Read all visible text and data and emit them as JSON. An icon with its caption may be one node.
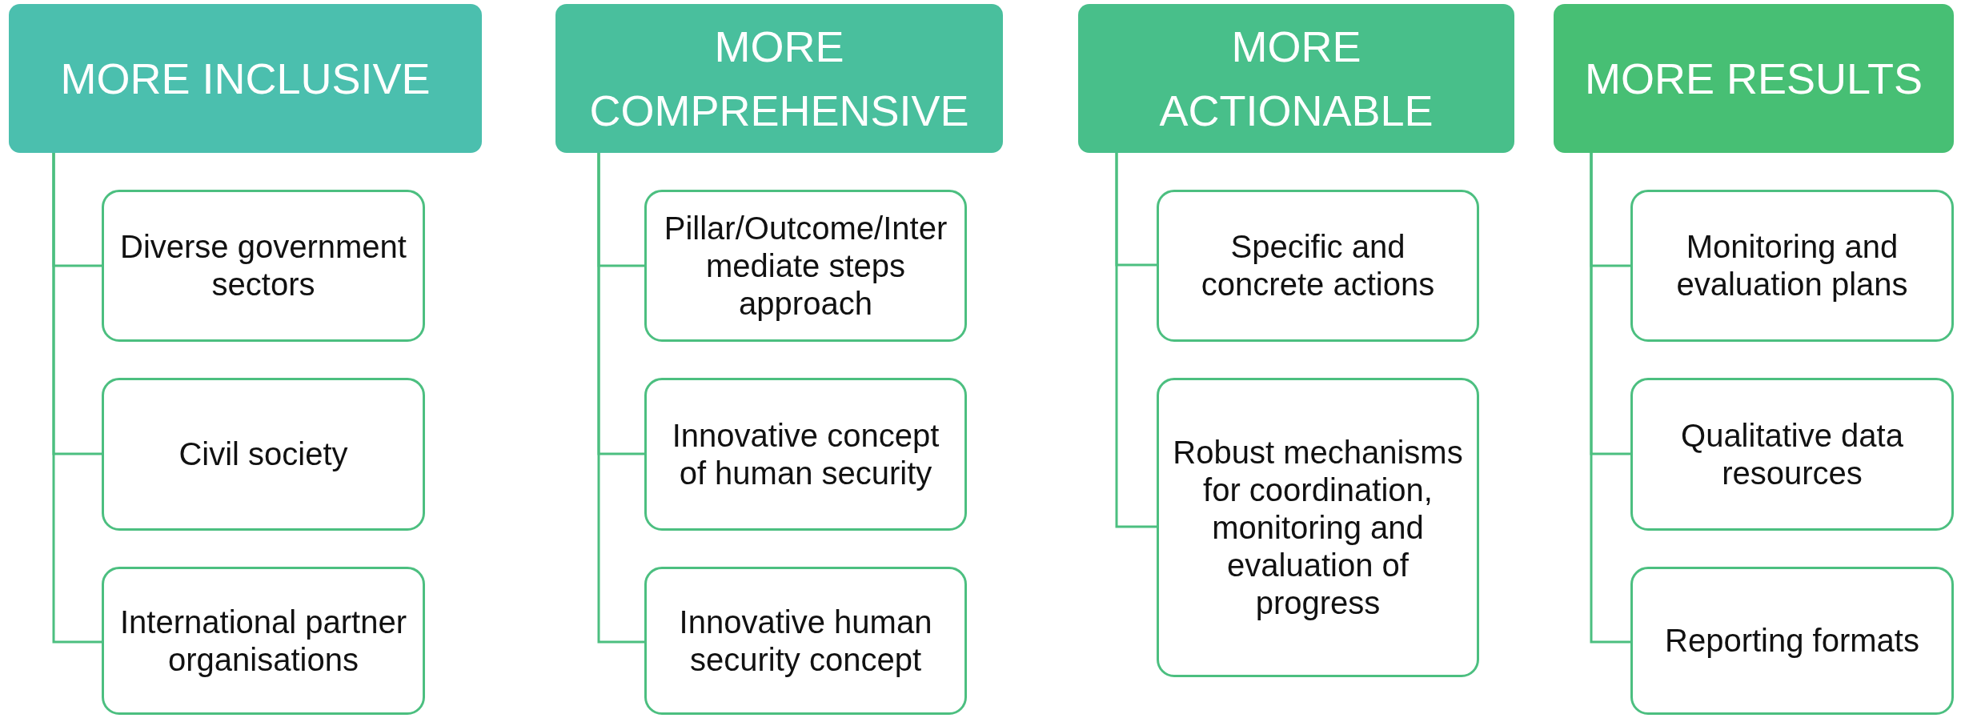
{
  "diagram": {
    "nodes": [
      {
        "text": [
          "MORE INCLUSIVE"
        ]
      },
      {
        "text": [
          "Diverse government sectors"
        ]
      },
      {
        "text": [
          "Civil society"
        ]
      },
      {
        "text": [
          "International partner organisations"
        ]
      },
      {
        "text": [
          "MORE COMPREHENSIVE"
        ]
      },
      {
        "text": [
          "Pillar/Outcome/Intermediate steps approach"
        ]
      },
      {
        "text": [
          "Innovative concept of human security"
        ]
      },
      {
        "text": [
          "Innovative human security concept"
        ]
      },
      {
        "text": [
          "MORE ACTIONABLE"
        ]
      },
      {
        "text": [
          "Specific and concrete actions"
        ]
      },
      {
        "text": [
          "Robust mechanisms for coordination, monitoring and evaluation of progress"
        ]
      },
      {
        "text": [
          "MORE RESULTS"
        ]
      },
      {
        "text": [
          "Monitoring and evaluation plans"
        ]
      },
      {
        "text": [
          "Qualitative data resources"
        ]
      },
      {
        "text": [
          "Reporting formats"
        ]
      }
    ],
    "edges": [
      {
        "from": 0,
        "to": 1,
        "arrow": "none"
      },
      {
        "from": 0,
        "to": 2,
        "arrow": "none"
      },
      {
        "from": 0,
        "to": 3,
        "arrow": "none"
      },
      {
        "from": 4,
        "to": 5,
        "arrow": "none"
      },
      {
        "from": 4,
        "to": 6,
        "arrow": "none"
      },
      {
        "from": 4,
        "to": 7,
        "arrow": "none"
      },
      {
        "from": 8,
        "to": 9,
        "arrow": "none"
      },
      {
        "from": 8,
        "to": 10,
        "arrow": "none"
      },
      {
        "from": 11,
        "to": 12,
        "arrow": "none"
      },
      {
        "from": 11,
        "to": 13,
        "arrow": "none"
      },
      {
        "from": 11,
        "to": 14,
        "arrow": "none"
      }
    ]
  }
}
